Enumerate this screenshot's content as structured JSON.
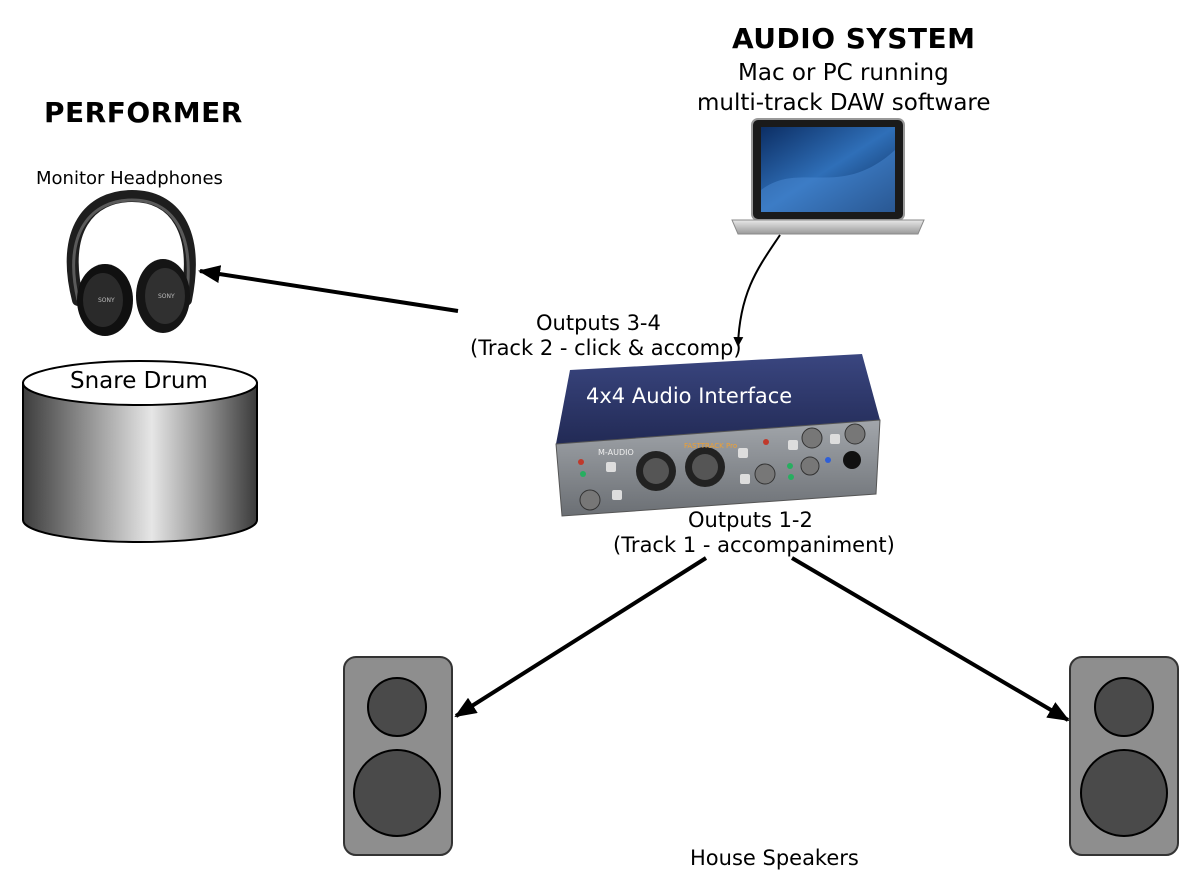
{
  "performer": {
    "title": "PERFORMER",
    "headphones_label": "Monitor Headphones",
    "drum_label": "Snare Drum"
  },
  "audio_system": {
    "title": "AUDIO SYSTEM",
    "line1": "Mac or PC running",
    "line2": "multi-track DAW software"
  },
  "interface": {
    "label": "4x4 Audio Interface",
    "brand_text": "M-AUDIO",
    "model_text": "FASTTRACK Pro"
  },
  "outputs_3_4": {
    "line1": "Outputs 3-4",
    "line2": "(Track 2 - click & accomp)"
  },
  "outputs_1_2": {
    "line1": "Outputs 1-2",
    "line2": "(Track 1 - accompaniment)"
  },
  "speakers": {
    "label": "House Speakers"
  },
  "colors": {
    "interface_blue": "#2f3a6b",
    "interface_silver": "#8b8f94",
    "speaker_gray": "#8e8e8e",
    "cone_dark": "#4a4a4a",
    "arrow": "#000000"
  }
}
